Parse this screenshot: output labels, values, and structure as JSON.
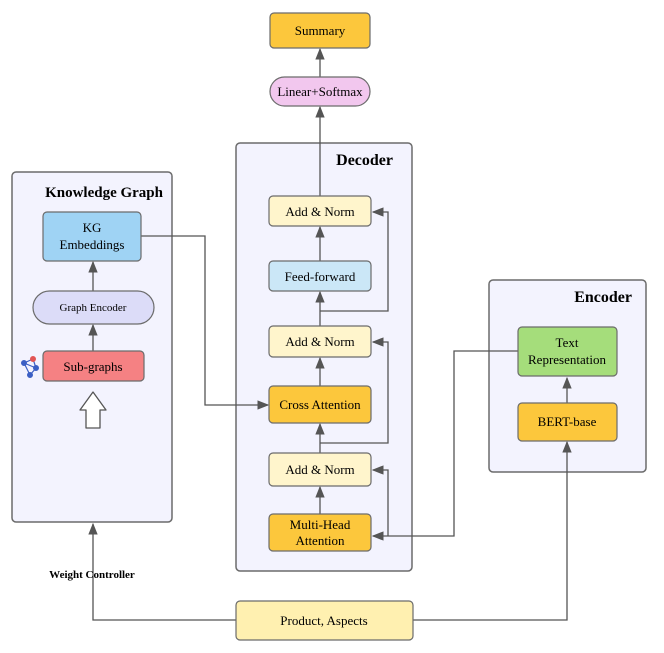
{
  "nodes": {
    "summary": "Summary",
    "linear_softmax": "Linear+Softmax",
    "add_norm_top": "Add & Norm",
    "feed_forward": "Feed-forward",
    "add_norm_mid": "Add & Norm",
    "cross_attention": "Cross Attention",
    "add_norm_bottom": "Add & Norm",
    "multi_head_line1": "Multi-Head",
    "multi_head_line2": "Attention",
    "kg_embeddings_line1": "KG",
    "kg_embeddings_line2": "Embeddings",
    "graph_encoder": "Graph Encoder",
    "sub_graphs": "Sub-graphs",
    "text_repr_line1": "Text",
    "text_repr_line2": "Representation",
    "bert_base": "BERT-base",
    "product_aspects": "Product, Aspects"
  },
  "panels": {
    "decoder": "Decoder",
    "knowledge_graph": "Knowledge Graph",
    "encoder": "Encoder"
  },
  "labels": {
    "weight_controller": "Weight Controller"
  },
  "colors": {
    "panel_fill": "#f3f3fe",
    "panel_stroke": "#6b6b6b",
    "orange": "#fcc73c",
    "light_yellow": "#fff5cc",
    "pink": "#f2c7ee",
    "blue": "#9fd3f4",
    "light_blue": "#cbe7f7",
    "lavender": "#dcdcf8",
    "red": "#f58183",
    "green": "#a5dd7b",
    "arrow": "#555555"
  }
}
